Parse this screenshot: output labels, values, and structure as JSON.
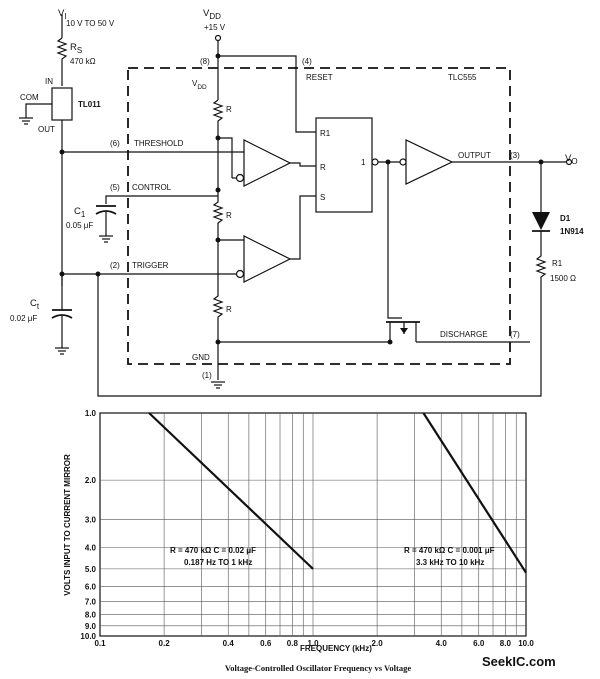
{
  "circuit": {
    "vi_label": "V",
    "vi_sub": "I",
    "vi_range": "10 V TO 50 V",
    "rs_label": "R",
    "rs_sub": "S",
    "rs_value": "470 kΩ",
    "regulator": "TL011",
    "pin_in": "IN",
    "pin_out": "OUT",
    "pin_com": "COM",
    "vdd_label": "V",
    "vdd_sub": "DD",
    "vdd_value": "+15 V",
    "pin8": "(8)",
    "pin4": "(4)",
    "reset_label": "RESET",
    "vdd_inner": "V",
    "vdd_inner_sub": "DD",
    "chip": "TLC555",
    "pin6": "(6)",
    "threshold_label": "THRESHOLD",
    "pin5": "(5)",
    "control_label": "CONTROL",
    "pin2": "(2)",
    "trigger_label": "TRIGGER",
    "pin1": "(1)",
    "gnd_label": "GND",
    "pin3": "(3)",
    "output_label": "OUTPUT",
    "vo_label": "V",
    "vo_sub": "O",
    "pin7": "(7)",
    "discharge_label": "DISCHARGE",
    "r_label": "R",
    "ff_r1": "R1",
    "ff_r": "R",
    "ff_s": "S",
    "ff_1": "1",
    "c1_label": "C",
    "c1_sub": "1",
    "c1_value": "0.05 μF",
    "ct_label": "C",
    "ct_sub": "t",
    "ct_value": "0.02 μF",
    "d1_label": "D1",
    "d1_part": "1N914",
    "r1_label": "R1",
    "r1_value": "1500 Ω"
  },
  "chart_data": {
    "type": "line",
    "title": "Voltage-Controlled Oscillator Frequency vs Voltage",
    "xlabel": "FREQUENCY (kHz)",
    "ylabel": "VOLTS INPUT TO CURRENT MIRROR",
    "xscale": "log",
    "yscale": "log",
    "yaxis_inverted": true,
    "xlim": [
      0.1,
      10.0
    ],
    "ylim": [
      1.0,
      10.0
    ],
    "x_tick_labels": [
      {
        "value": 0.1,
        "label": "0.1"
      },
      {
        "value": 0.2,
        "label": "0.2"
      },
      {
        "value": 0.4,
        "label": "0.4"
      },
      {
        "value": 0.6,
        "label": "0.6"
      },
      {
        "value": 0.8,
        "label": "0.8"
      },
      {
        "value": 1.0,
        "label": "1.0"
      },
      {
        "value": 2.0,
        "label": "2.0"
      },
      {
        "value": 4.0,
        "label": "4.0"
      },
      {
        "value": 6.0,
        "label": "6.0"
      },
      {
        "value": 8.0,
        "label": "8.0"
      },
      {
        "value": 10.0,
        "label": "10.0"
      }
    ],
    "y_tick_labels": [
      {
        "value": 1.0,
        "label": "1.0"
      },
      {
        "value": 2.0,
        "label": "2.0"
      },
      {
        "value": 3.0,
        "label": "3.0"
      },
      {
        "value": 4.0,
        "label": "4.0"
      },
      {
        "value": 5.0,
        "label": "5.0"
      },
      {
        "value": 6.0,
        "label": "6.0"
      },
      {
        "value": 7.0,
        "label": "7.0"
      },
      {
        "value": 8.0,
        "label": "8.0"
      },
      {
        "value": 9.0,
        "label": "9.0"
      },
      {
        "value": 10.0,
        "label": "10.0"
      }
    ],
    "grid": true,
    "series": [
      {
        "x": [
          0.17,
          1.0
        ],
        "y": [
          1.0,
          5.0
        ]
      },
      {
        "x": [
          3.3,
          10.0
        ],
        "y": [
          1.0,
          5.2
        ]
      }
    ],
    "annotations": [
      {
        "line1": "R = 470 kΩ   C = 0.02 μF",
        "line2": "0.187 Hz TO 1 kHz"
      },
      {
        "line1": "R = 470 kΩ   C = 0.001 μF",
        "line2": "3.3 kHz TO 10 kHz"
      }
    ]
  },
  "watermark": "SeekIC.com"
}
